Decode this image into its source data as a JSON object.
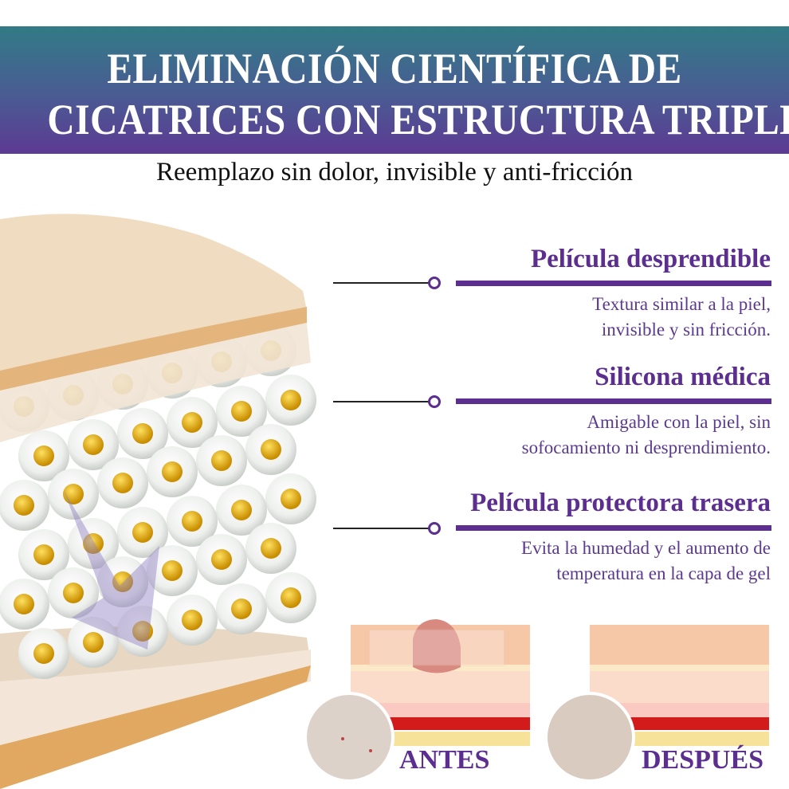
{
  "header": {
    "title_line1": "ELIMINACIÓN CIENTÍFICA DE",
    "title_line2": "CICATRICES CON ESTRUCTURA TRIPLE",
    "subtitle": "Reemplazo sin dolor, invisible y anti-fricción"
  },
  "features": [
    {
      "title": "Película desprendible",
      "desc1": "Textura similar a la piel,",
      "desc2": "invisible y sin fricción."
    },
    {
      "title": "Silicona médica",
      "desc1": "Amigable con la piel, sin",
      "desc2": "sofocamiento ni desprendimiento."
    },
    {
      "title": "Película protectora trasera",
      "desc1": "Evita la humedad y el aumento de",
      "desc2": "temperatura en la capa de gel"
    }
  ],
  "comparison": {
    "before": "ANTES",
    "after": "DESPUÉS"
  },
  "colors": {
    "accent": "#5b2e90",
    "banner_top": "#327b86",
    "banner_bottom": "#5d3a93"
  }
}
